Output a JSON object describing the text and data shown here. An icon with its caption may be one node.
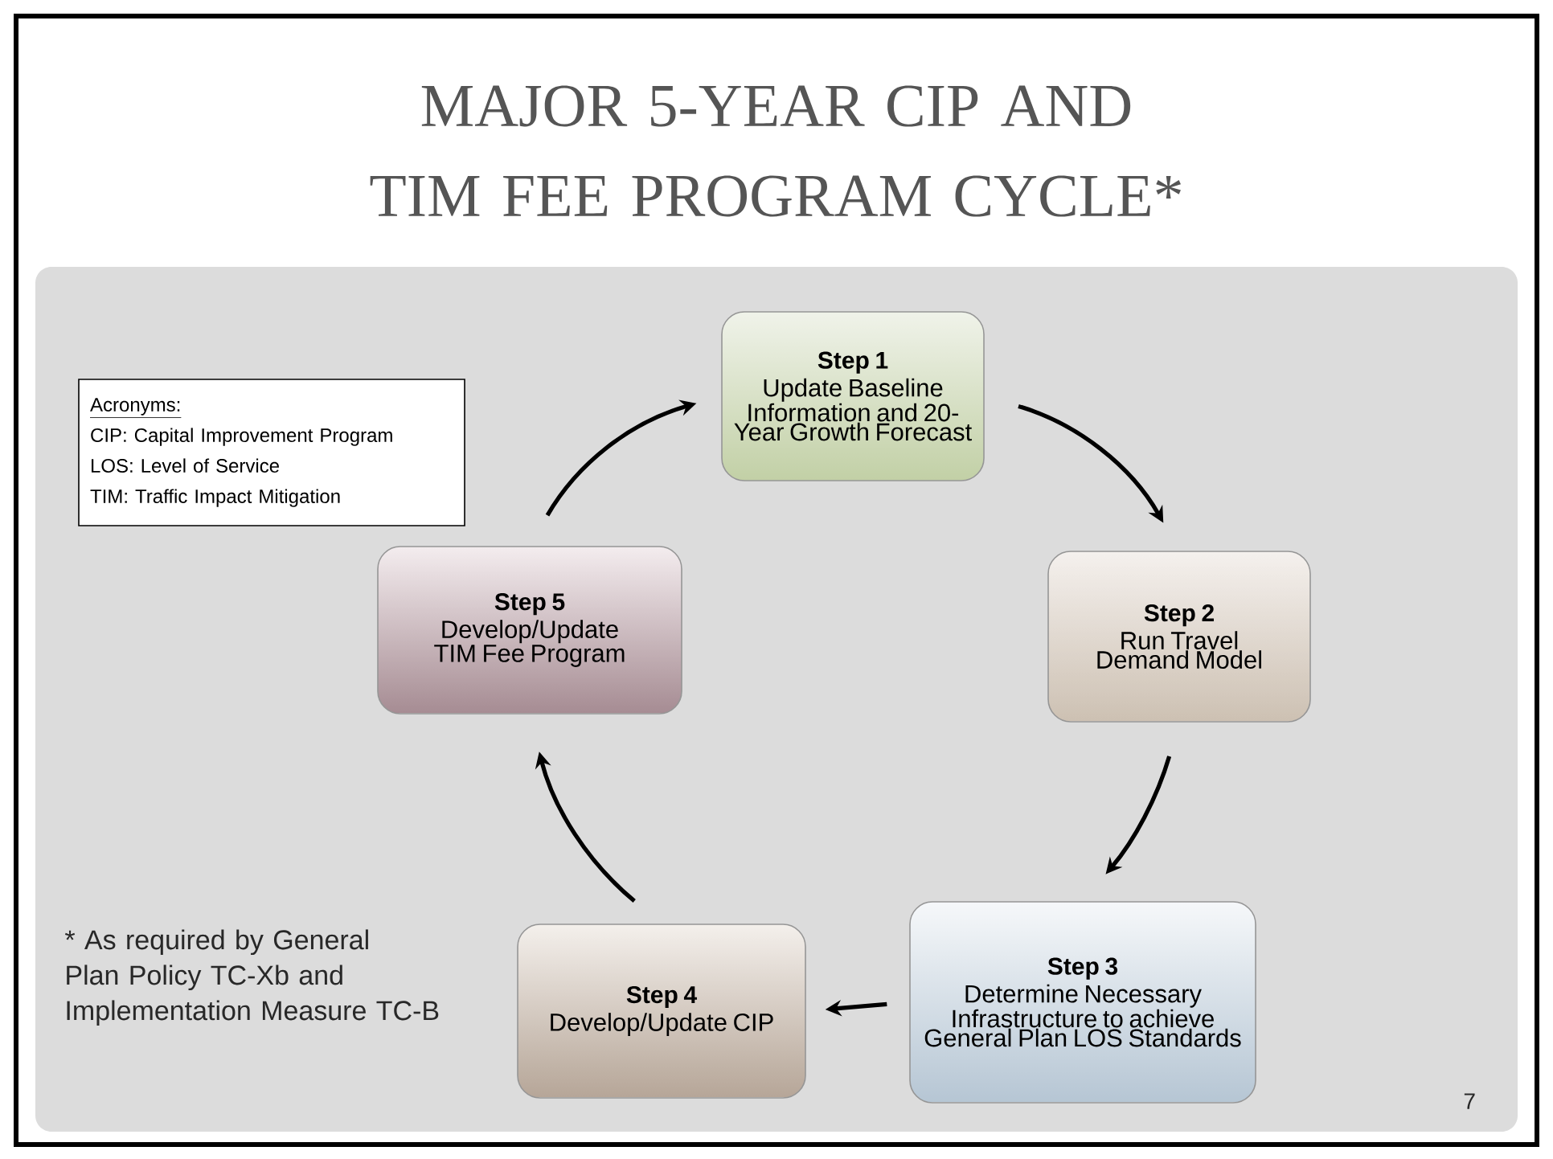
{
  "diagram": {
    "title": "MAJOR 5-YEAR CIP AND TIM FEE PROGRAM CYCLE*",
    "nodes": [
      {
        "text": [
          "Step 1",
          "Update Baseline Information and 20-Year Growth Forecast"
        ]
      },
      {
        "text": [
          "Step 2",
          "Run Travel Demand Model"
        ]
      },
      {
        "text": [
          "Step 3",
          "Determine Necessary Infrastructure to achieve  General Plan LOS Standards"
        ]
      },
      {
        "text": [
          "Step 4",
          "Develop/Update CIP"
        ]
      },
      {
        "text": [
          "Step 5",
          "Develop/Update TIM Fee Program"
        ]
      },
      {
        "text": [
          "Acronyms:",
          "CIP:  Capital Improvement Program",
          "LOS:  Level of Service",
          "TIM:  Traffic Impact Mitigation"
        ]
      }
    ],
    "edges": [
      {
        "from": 0,
        "to": 1,
        "arrow": "to"
      },
      {
        "from": 1,
        "to": 2,
        "arrow": "to"
      },
      {
        "from": 2,
        "to": 3,
        "arrow": "to"
      },
      {
        "from": 3,
        "to": 4,
        "arrow": "to"
      },
      {
        "from": 4,
        "to": 0,
        "arrow": "to"
      }
    ],
    "labels": [
      "* As required by General Plan Policy TC-Xb and Implementation Measure TC-B",
      "7"
    ]
  }
}
